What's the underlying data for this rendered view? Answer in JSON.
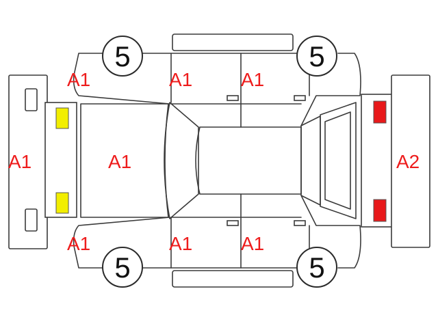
{
  "colors": {
    "code_text": "#ee1c1c",
    "marker_yellow": "#f2ee00",
    "marker_red": "#e8191b",
    "line": "#3a3a3a"
  },
  "tires": {
    "front_left": "5",
    "rear_left": "5",
    "front_right": "5",
    "rear_right": "5"
  },
  "codes": {
    "front_bumper": "A1",
    "hood": "A1",
    "left_front_fender": "A1",
    "left_front_door": "A1",
    "left_rear_door": "A1",
    "right_front_fender": "A1",
    "right_front_door": "A1",
    "right_rear_door": "A1",
    "rear_bumper": "A2"
  },
  "markers": [
    {
      "part": "front-left-headlight",
      "color": "yellow"
    },
    {
      "part": "front-right-headlight",
      "color": "yellow"
    },
    {
      "part": "rear-left-taillight",
      "color": "red"
    },
    {
      "part": "rear-right-taillight",
      "color": "red"
    }
  ]
}
